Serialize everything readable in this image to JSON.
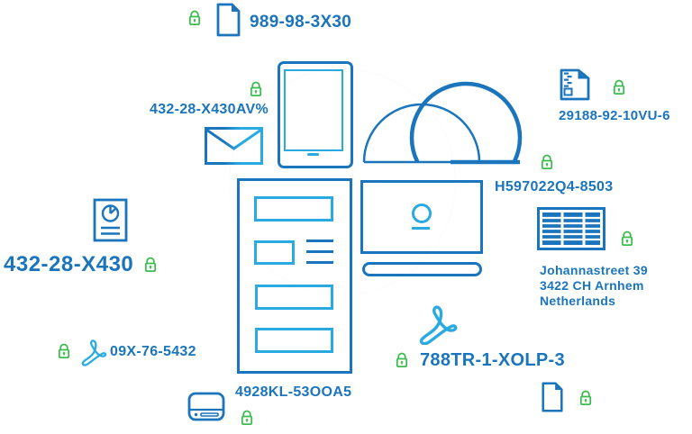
{
  "colors": {
    "primary_blue": "#1b75bc",
    "accent_cyan": "#29abe2",
    "lock_green": "#3cbb4e"
  },
  "labels": {
    "top_document_code": "989-98-3X30",
    "envelope_code": "432-28-X430AV%",
    "report_code": "432-28-X430",
    "signature_left_code": "09X-76-5432",
    "drive_code": "4928KL-53OOA5",
    "signature_right_code": "788TR-1-XOLP-3",
    "zip_code": "29188-92-10VU-6",
    "dome_chart_code": "H597022Q4-8503",
    "address": {
      "line1": "Johannastreet 39",
      "line2": "3422 CH Arnhem",
      "line3": "Netherlands"
    }
  }
}
